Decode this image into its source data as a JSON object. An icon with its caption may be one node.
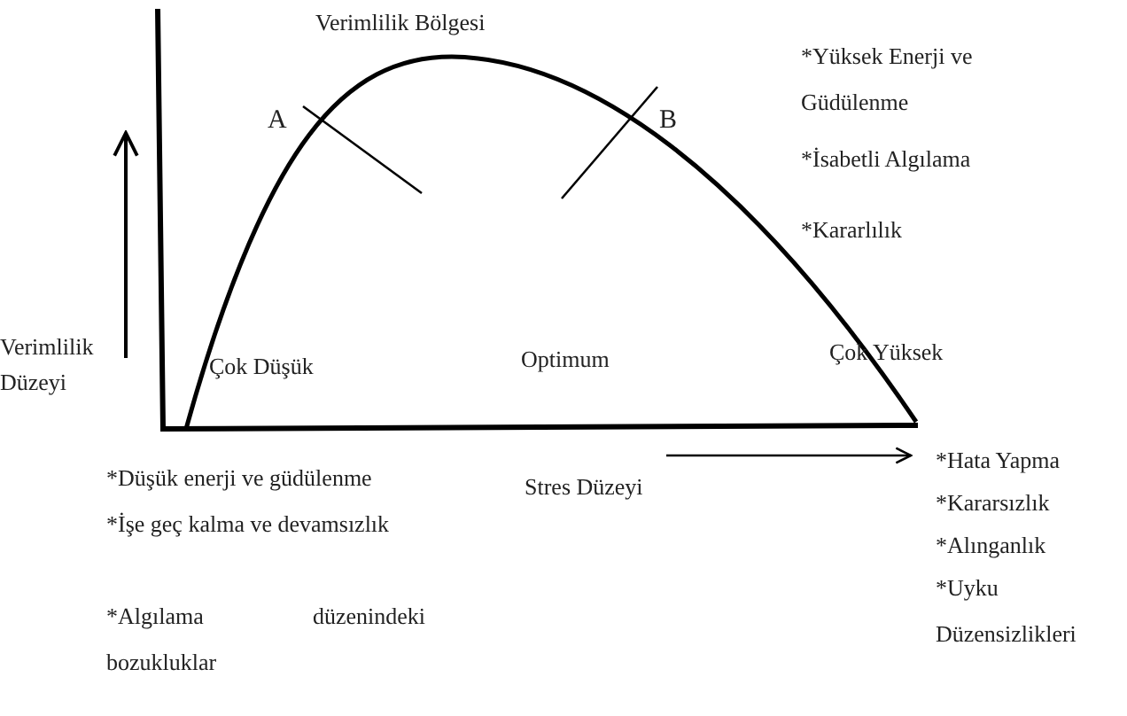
{
  "diagram": {
    "labels": [
      "Verimlilik Bölgesi",
      "*Yüksek Enerji ve Güdülenme",
      "*İsabetli Algılama",
      "*Kararlılık",
      "A",
      "B",
      "Verimlilik Düzeyi",
      "Çok Düşük",
      "Optimum",
      "Çok Yüksek",
      "*Düşük enerji ve güdülenme",
      "*İşe geç kalma ve devamsızlık",
      "*Algılama düzenindeki bozukluklar",
      "Stres Düzeyi",
      "*Hata Yapma",
      "*Kararsızlık",
      "*Alınganlık",
      "*Uyku Düzensizlikleri"
    ]
  }
}
